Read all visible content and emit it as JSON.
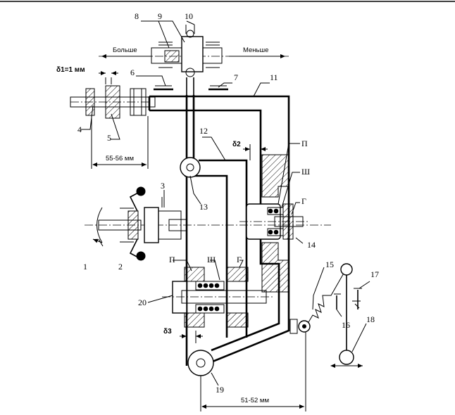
{
  "labels": {
    "l1": "1",
    "l2": "2",
    "l3": "3",
    "l4": "4",
    "l5": "5",
    "l6": "6",
    "l7": "7",
    "l8": "8",
    "l9": "9",
    "l10": "10",
    "l11": "11",
    "l12": "12",
    "l13": "13",
    "l14": "14",
    "l15": "15",
    "l16": "16",
    "l17": "17",
    "l18": "18",
    "l19": "19",
    "l20": "20"
  },
  "captions": {
    "more": "Больше",
    "less": "Меньше",
    "delta1": "δ1=1 мм",
    "delta2": "δ2",
    "delta3": "δ3",
    "dim_55": "55-56 мм",
    "dim_51": "51-52 мм",
    "p_right": "П",
    "sh_right": "Ш",
    "g_right": "Г",
    "p_bottom": "П",
    "sh_bottom": "Ш",
    "g_bottom": "Г"
  }
}
